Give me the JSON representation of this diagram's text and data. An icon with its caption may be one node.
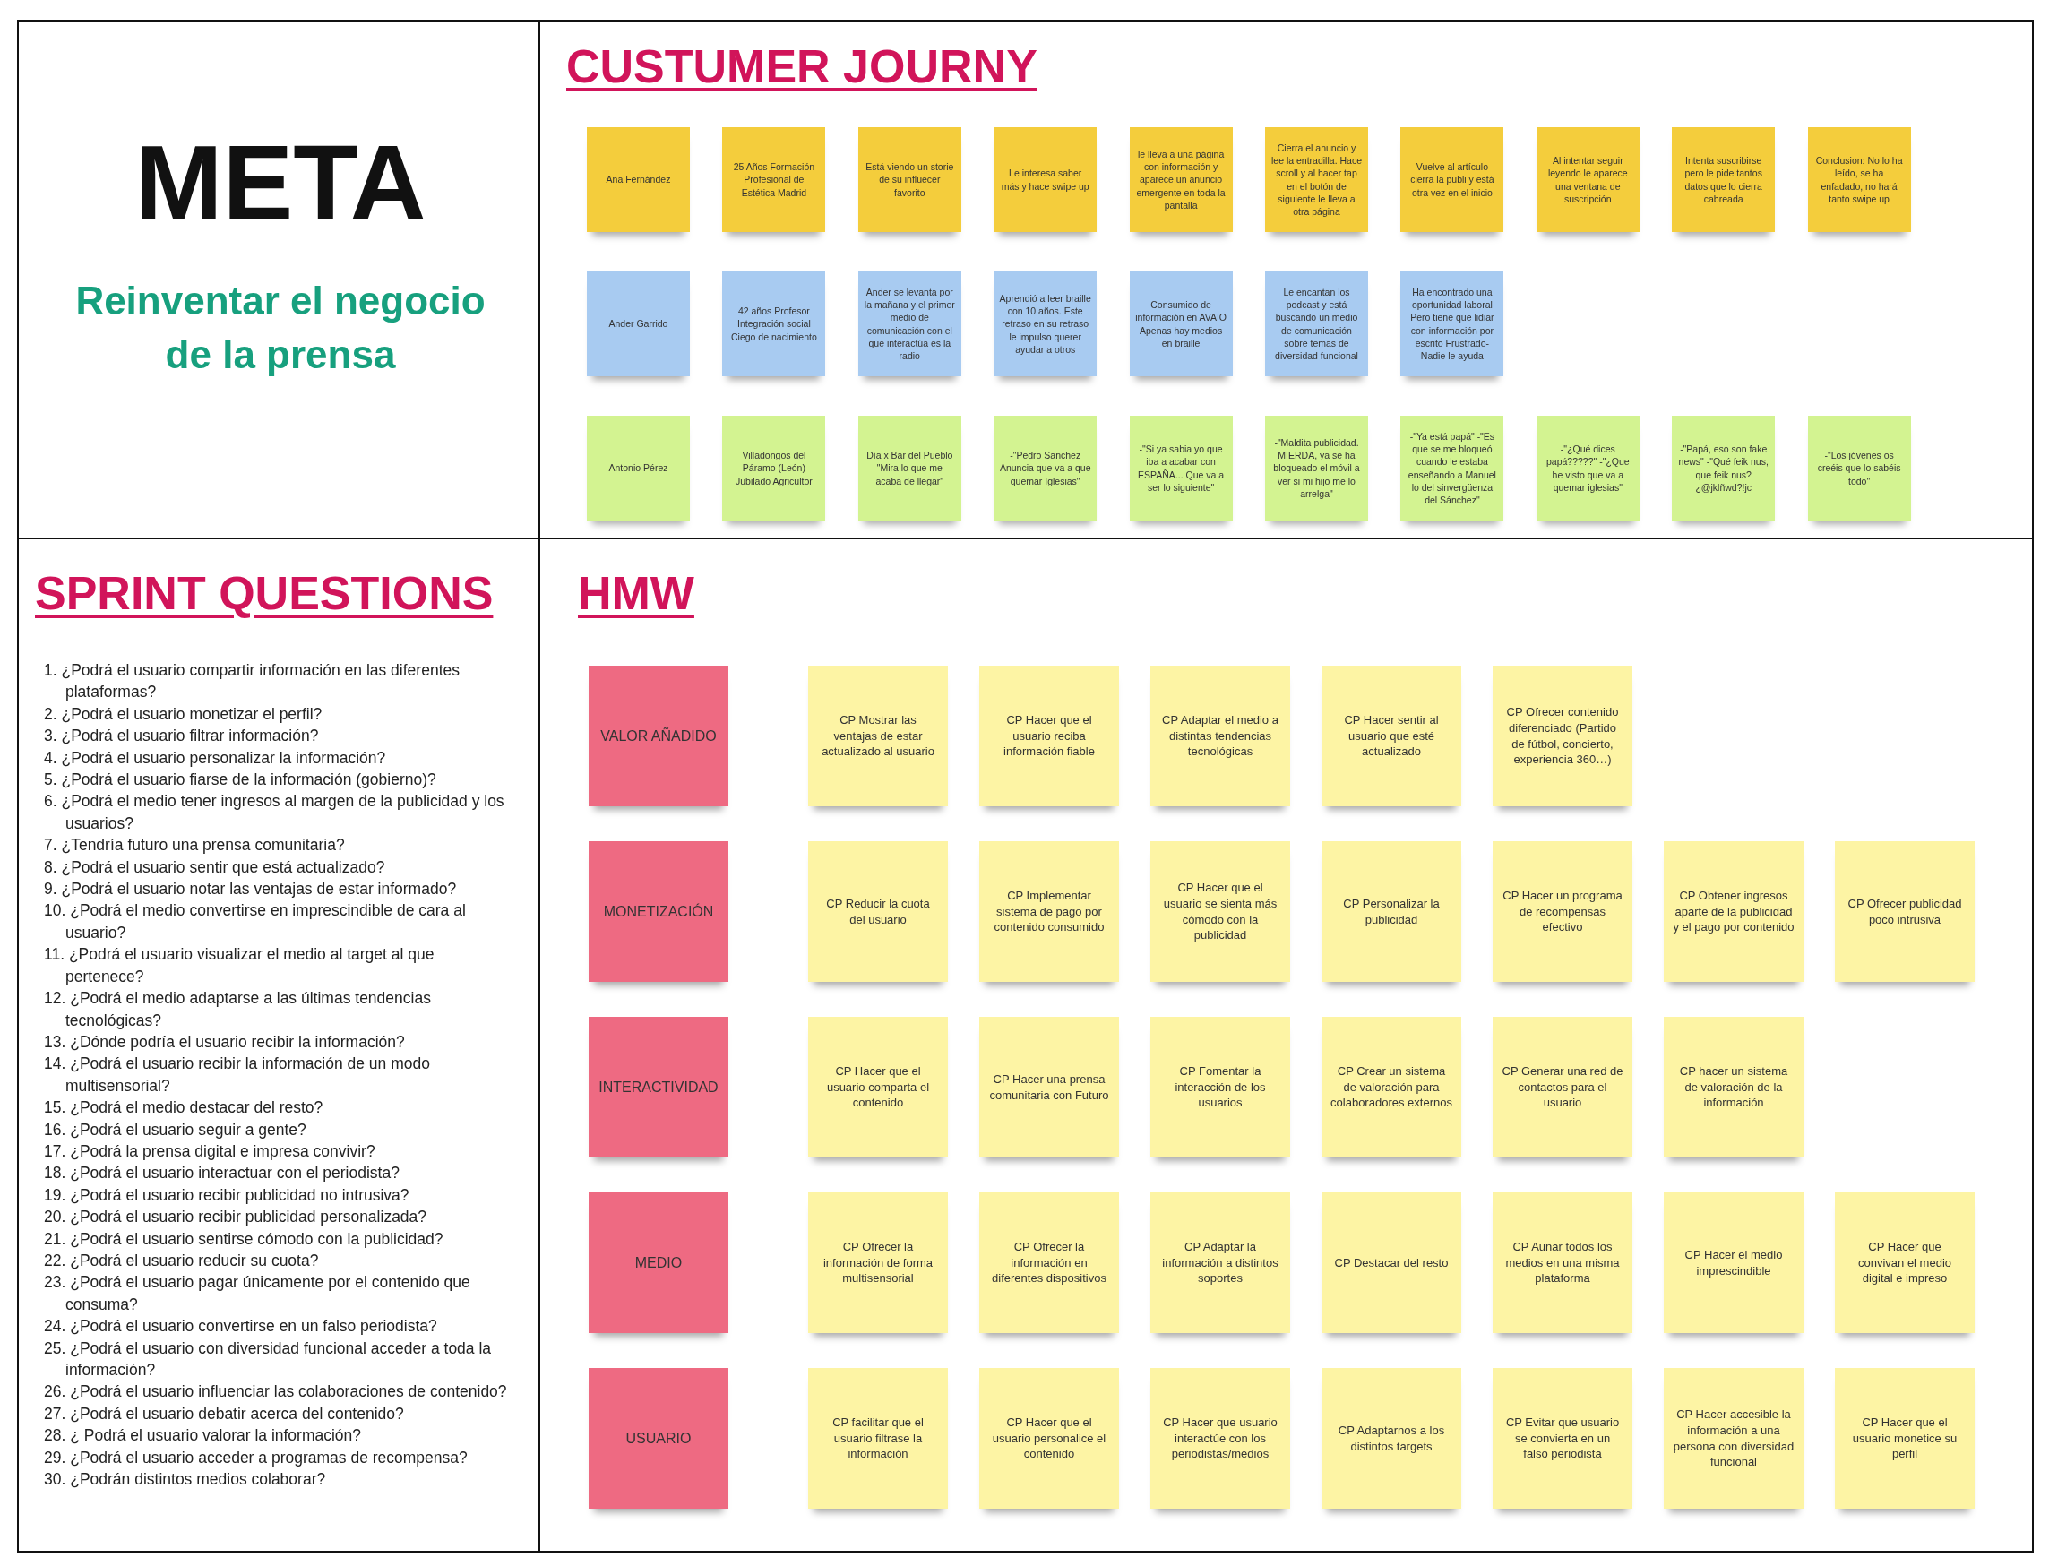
{
  "diagram": {
    "nodes": [
      {
        "text": [
          "META",
          "Reinventar el negocio de la prensa"
        ]
      },
      {
        "text": [
          "CUSTUMER JOURNY"
        ]
      },
      {
        "text": [
          "Ana Fernández"
        ],
        "in": 1
      },
      {
        "text": [
          "25 Años Formación Profesional de Estética Madrid"
        ],
        "in": 1
      },
      {
        "text": [
          "Está viendo un storie de su influecer favorito"
        ],
        "in": 1
      },
      {
        "text": [
          "Le interesa saber más y hace swipe up"
        ],
        "in": 1
      },
      {
        "text": [
          "le lleva a una página con información y aparece un anuncio emergente en toda la pantalla"
        ],
        "in": 1
      },
      {
        "text": [
          "Cierra el anuncio y lee la entradilla. Hace scroll y al hacer tap en el botón de siguiente le lleva a otra página"
        ],
        "in": 1
      },
      {
        "text": [
          "Vuelve al artículo cierra la publi y está otra vez en el inicio"
        ],
        "in": 1
      },
      {
        "text": [
          "Al intentar seguir leyendo le aparece una ventana de suscripción"
        ],
        "in": 1
      },
      {
        "text": [
          "Intenta suscribirse pero le pide tantos datos que lo cierra cabreada"
        ],
        "in": 1
      },
      {
        "text": [
          "Conclusion: No lo ha leído, se ha enfadado, no hará tanto swipe up"
        ],
        "in": 1
      },
      {
        "text": [
          "Ander Garrido"
        ],
        "in": 1
      },
      {
        "text": [
          "42 años Profesor Integración social Ciego de nacimiento"
        ],
        "in": 1
      },
      {
        "text": [
          "Ander se levanta por la mañana y el primer medio de comunicación con el que interactúa es la radio"
        ],
        "in": 1
      },
      {
        "text": [
          "Aprendió a leer braille con 10 años. Este retraso en su retraso le impulso querer ayudar a otros"
        ],
        "in": 1
      },
      {
        "text": [
          "Consumido de información en AVAIO Apenas hay medios en braille"
        ],
        "in": 1
      },
      {
        "text": [
          "Le encantan los podcast y está buscando un medio de comunicación sobre temas de diversidad funcional"
        ],
        "in": 1
      },
      {
        "text": [
          "Ha encontrado una oportunidad laboral Pero tiene que lidiar con información por escrito Frustrado-Nadie le ayuda"
        ],
        "in": 1
      },
      {
        "text": [
          "Antonio Pérez"
        ],
        "in": 1
      },
      {
        "text": [
          "Villadongos del Páramo (León) Jubilado Agricultor"
        ],
        "in": 1
      },
      {
        "text": [
          "Día x Bar del Pueblo \"Mira lo que me acaba de llegar\""
        ],
        "in": 1
      },
      {
        "text": [
          "-\"Pedro Sanchez Anuncia que va a que quemar Iglesias\""
        ],
        "in": 1
      },
      {
        "text": [
          "-\"Si ya sabia yo que iba a acabar con ESPAÑA... Que va a ser lo siguiente\""
        ],
        "in": 1
      },
      {
        "text": [
          "-\"Maldita publicidad. MIERDA, ya se ha bloqueado el móvil a ver si mi hijo me lo arrelga\""
        ],
        "in": 1
      },
      {
        "text": [
          "-\"Ya está papá\" -\"Es que se me bloqueó cuando le estaba enseñando a Manuel lo del sinvergüenza del Sánchez\""
        ],
        "in": 1
      },
      {
        "text": [
          "-\"¿Qué dices papá?????\" -\"¿Que he visto que va a quemar iglesias\""
        ],
        "in": 1
      },
      {
        "text": [
          "-\"Papá, eso son fake news\" -\"Qué feik nus, que feik nus? ¿@jklñwd?!jc"
        ],
        "in": 1
      },
      {
        "text": [
          "-\"Los jóvenes os creéis que lo sabéis todo\""
        ],
        "in": 1
      },
      {
        "text": [
          "SPRINT QUESTIONS"
        ]
      },
      {
        "text": [
          "HMW"
        ]
      },
      {
        "text": [
          "VALOR AÑADIDO"
        ],
        "in": 30
      },
      {
        "text": [
          "CP Mostrar las ventajas de estar actualizado al usuario"
        ],
        "in": 30
      },
      {
        "text": [
          "CP Hacer que el usuario reciba información fiable"
        ],
        "in": 30
      },
      {
        "text": [
          "CP Adaptar el medio a distintas tendencias tecnológicas"
        ],
        "in": 30
      },
      {
        "text": [
          "CP Hacer sentir al usuario que esté actualizado"
        ],
        "in": 30
      },
      {
        "text": [
          "CP Ofrecer contenido diferenciado (Partido de fútbol, concierto, experiencia 360…)"
        ],
        "in": 30
      },
      {
        "text": [
          "MONETIZACIÓN"
        ],
        "in": 30
      },
      {
        "text": [
          "CP Reducir la cuota del usuario"
        ],
        "in": 30
      },
      {
        "text": [
          "CP Implementar sistema de pago por contenido consumido"
        ],
        "in": 30
      },
      {
        "text": [
          "CP Hacer que el usuario se sienta más cómodo con la publicidad"
        ],
        "in": 30
      },
      {
        "text": [
          "CP Personalizar la publicidad"
        ],
        "in": 30
      },
      {
        "text": [
          "CP Hacer un programa de recompensas efectivo"
        ],
        "in": 30
      },
      {
        "text": [
          "CP Obtener ingresos aparte de la publicidad y el pago por contenido"
        ],
        "in": 30
      },
      {
        "text": [
          "CP Ofrecer publicidad poco intrusiva"
        ],
        "in": 30
      },
      {
        "text": [
          "INTERACTIVIDAD"
        ],
        "in": 30
      },
      {
        "text": [
          "CP Hacer que el usuario comparta el contenido"
        ],
        "in": 30
      },
      {
        "text": [
          "CP Hacer una prensa comunitaria con Futuro"
        ],
        "in": 30
      },
      {
        "text": [
          "CP Fomentar la interacción de los usuarios"
        ],
        "in": 30
      },
      {
        "text": [
          "CP Crear un sistema de valoración para colaboradores externos"
        ],
        "in": 30
      },
      {
        "text": [
          "CP Generar una red de contactos para el usuario"
        ],
        "in": 30
      },
      {
        "text": [
          "CP hacer un sistema de valoración de la información"
        ],
        "in": 30
      },
      {
        "text": [
          "MEDIO"
        ],
        "in": 30
      },
      {
        "text": [
          "CP Ofrecer la información de forma multisensorial"
        ],
        "in": 30
      },
      {
        "text": [
          "CP Ofrecer la información en diferentes dispositivos"
        ],
        "in": 30
      },
      {
        "text": [
          "CP Adaptar la información a distintos soportes"
        ],
        "in": 30
      },
      {
        "text": [
          "CP Destacar del resto"
        ],
        "in": 30
      },
      {
        "text": [
          "CP Aunar todos los medios en una misma plataforma"
        ],
        "in": 30
      },
      {
        "text": [
          "CP Hacer el medio imprescindible"
        ],
        "in": 30
      },
      {
        "text": [
          "CP Hacer que convivan el medio digital e impreso"
        ],
        "in": 30
      },
      {
        "text": [
          "USUARIO"
        ],
        "in": 30
      },
      {
        "text": [
          "CP facilitar que el usuario filtrase la información"
        ],
        "in": 30
      },
      {
        "text": [
          "CP Hacer que el usuario personalice el contenido"
        ],
        "in": 30
      },
      {
        "text": [
          "CP Hacer que usuario interactúe con los periodistas/medios"
        ],
        "in": 30
      },
      {
        "text": [
          "CP Adaptarnos a los distintos targets"
        ],
        "in": 30
      },
      {
        "text": [
          "CP Evitar que usuario se convierta en un falso periodista"
        ],
        "in": 30
      },
      {
        "text": [
          "CP Hacer accesible la información a una persona con diversidad funcional"
        ],
        "in": 30
      },
      {
        "text": [
          "CP Hacer que el usuario monetice su perfil"
        ],
        "in": 30
      }
    ],
    "labels": [
      "1. ¿Podrá el usuario compartir información en las diferentes plataformas?",
      "2. ¿Podrá el usuario monetizar el perfil?",
      "3. ¿Podrá el usuario filtrar información?",
      "4. ¿Podrá el usuario personalizar la información?",
      "5. ¿Podrá el usuario fiarse de la información (gobierno)?",
      "6. ¿Podrá el medio tener ingresos al margen de la publicidad y los usuarios?",
      "7. ¿Tendría futuro una prensa comunitaria?",
      "8. ¿Podrá el usuario sentir que está actualizado?",
      "9. ¿Podrá el usuario notar las ventajas de estar informado?",
      "10. ¿Podrá el medio convertirse en imprescindible de cara al usuario?",
      "11. ¿Podrá el usuario visualizar el medio al target al que pertenece?",
      "12. ¿Podrá el medio adaptarse a las últimas tendencias tecnológicas?",
      "13. ¿Dónde podría el usuario recibir la información?",
      "14. ¿Podrá el usuario recibir la información de un modo multisensorial?",
      "15. ¿Podrá el medio destacar del resto?",
      "16. ¿Podrá el usuario seguir a gente?",
      "17. ¿Podrá la prensa digital e impresa convivir?",
      "18. ¿Podrá el usuario interactuar con el periodista?",
      "19. ¿Podrá el usuario recibir publicidad no intrusiva?",
      "20. ¿Podrá el usuario recibir publicidad personalizada?",
      "21. ¿Podrá el usuario sentirse cómodo con la publicidad?",
      "22. ¿Podrá el usuario reducir su cuota?",
      "23. ¿Podrá el usuario pagar únicamente por el contenido que consuma?",
      "24. ¿Podrá el usuario convertirse en un falso periodista?",
      "25. ¿Podrá el usuario con diversidad funcional acceder a toda la información?",
      "26. ¿Podrá el usuario influenciar las colaboraciones de contenido?",
      "27. ¿Podrá el usuario debatir acerca del contenido?",
      "28. ¿ Podrá el usuario valorar la información?",
      "29. ¿Podrá el usuario acceder a programas de recompensa?",
      "30. ¿Podrán distintos medios colaborar?"
    ]
  }
}
